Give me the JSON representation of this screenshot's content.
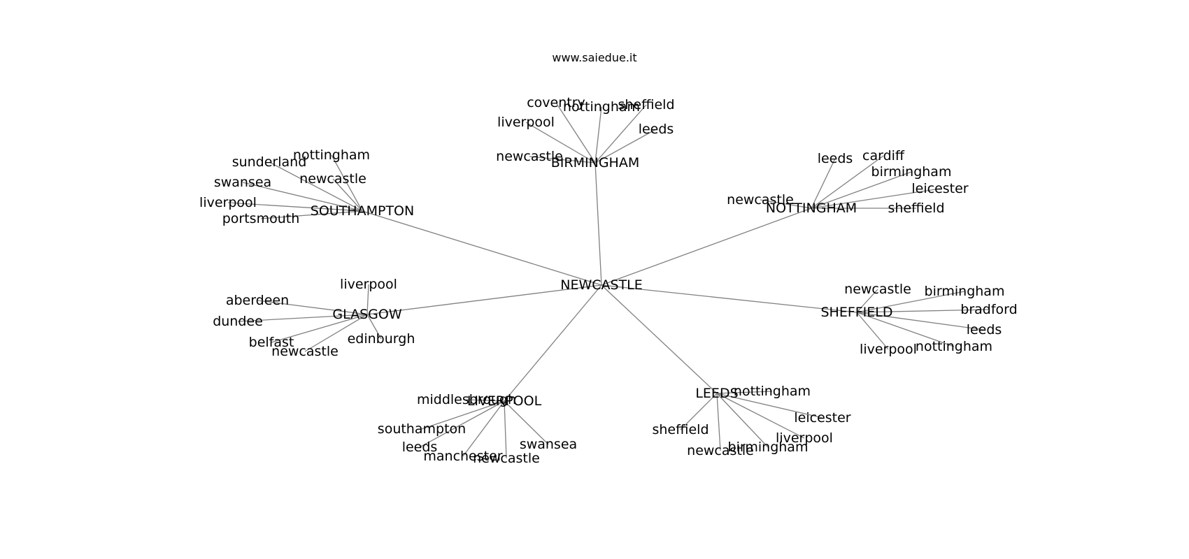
{
  "title": "www.saiedue.it",
  "colors": {
    "edge": "#808080",
    "text": "#000000",
    "background": "#ffffff"
  },
  "root": "NEWCASTLE",
  "hubs": [
    {
      "name": "BIRMINGHAM",
      "children": [
        "coventry",
        "nottingham",
        "sheffield",
        "leeds",
        "liverpool",
        "newcastle"
      ]
    },
    {
      "name": "SOUTHAMPTON",
      "children": [
        "nottingham",
        "sunderland",
        "newcastle",
        "swansea",
        "liverpool",
        "portsmouth"
      ]
    },
    {
      "name": "NOTTINGHAM",
      "children": [
        "leeds",
        "cardiff",
        "birmingham",
        "leicester",
        "newcastle",
        "sheffield"
      ]
    },
    {
      "name": "GLASGOW",
      "children": [
        "liverpool",
        "aberdeen",
        "dundee",
        "belfast",
        "newcastle",
        "edinburgh"
      ]
    },
    {
      "name": "SHEFFIELD",
      "children": [
        "newcastle",
        "birmingham",
        "bradford",
        "leeds",
        "nottingham",
        "liverpool"
      ]
    },
    {
      "name": "LIVERPOOL",
      "children": [
        "middlesbrough",
        "southampton",
        "leeds",
        "manchester",
        "newcastle",
        "swansea"
      ]
    },
    {
      "name": "LEEDS",
      "children": [
        "nottingham",
        "leicester",
        "liverpool",
        "birmingham",
        "newcastle",
        "sheffield"
      ]
    }
  ]
}
